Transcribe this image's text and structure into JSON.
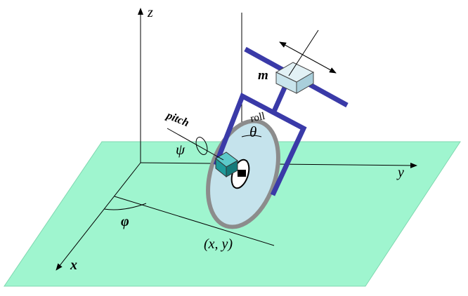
{
  "labels": {
    "z": "z",
    "y": "y",
    "x": "x",
    "m": "m",
    "roll": "roll",
    "theta": "θ",
    "pitch": "pitch",
    "psi": "ψ",
    "phi": "φ",
    "contact": "(x, y)"
  },
  "colors": {
    "ground_fill": "#9ff5cf",
    "ground_edge": "#7fd8b0",
    "frame": "#3a3aa8",
    "wheel_fill": "#c5e3ec",
    "wheel_rim": "#8c8c8c",
    "motor": "#1f9a9a",
    "mass_block": "#c9e4ec",
    "axis": "#000000"
  }
}
